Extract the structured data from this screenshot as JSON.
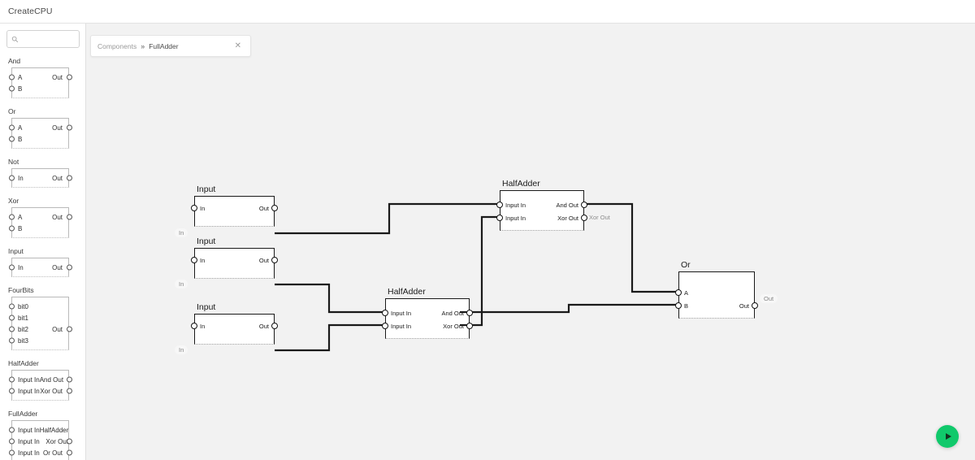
{
  "app": {
    "title": "CreateCPU"
  },
  "sidebar": {
    "search": {
      "placeholder": "",
      "icon": "search-icon"
    },
    "items": [
      {
        "name": "And",
        "inputs": [
          "A",
          "B"
        ],
        "outputs": [
          "Out"
        ]
      },
      {
        "name": "Or",
        "inputs": [
          "A",
          "B"
        ],
        "outputs": [
          "Out"
        ]
      },
      {
        "name": "Not",
        "inputs": [
          "In"
        ],
        "outputs": [
          "Out"
        ]
      },
      {
        "name": "Xor",
        "inputs": [
          "A",
          "B"
        ],
        "outputs": [
          "Out"
        ]
      },
      {
        "name": "Input",
        "inputs": [
          "In"
        ],
        "outputs": [
          "Out"
        ]
      },
      {
        "name": "FourBits",
        "inputs": [
          "bit0",
          "bit1",
          "bit2",
          "bit3"
        ],
        "outputs": [
          "Out"
        ]
      },
      {
        "name": "HalfAdder",
        "inputs": [
          "Input In",
          "Input In"
        ],
        "outputs": [
          "And Out",
          "Xor Out"
        ]
      },
      {
        "name": "FullAdder",
        "inputs": [
          "Input In",
          "Input In",
          "Input In"
        ],
        "outputs": [
          "Or Out"
        ],
        "center": [
          "HalfAdder",
          "Xor Out"
        ]
      }
    ]
  },
  "tab": {
    "root": "Components",
    "separator": "»",
    "current": "FullAdder",
    "close": "✕"
  },
  "canvas": {
    "nodes": [
      {
        "id": "input1",
        "title": "Input",
        "inputs": [
          "In"
        ],
        "outputs": [
          "Out"
        ],
        "ext_in": "In"
      },
      {
        "id": "input2",
        "title": "Input",
        "inputs": [
          "In"
        ],
        "outputs": [
          "Out"
        ],
        "ext_in": "In"
      },
      {
        "id": "input3",
        "title": "Input",
        "inputs": [
          "In"
        ],
        "outputs": [
          "Out"
        ],
        "ext_in": "In"
      },
      {
        "id": "halfadder_top",
        "title": "HalfAdder",
        "inputs": [
          "Input In",
          "Input In"
        ],
        "outputs": [
          "And Out",
          "Xor Out"
        ],
        "ext_out": "Xor Out"
      },
      {
        "id": "halfadder_mid",
        "title": "HalfAdder",
        "inputs": [
          "Input In",
          "Input In"
        ],
        "outputs": [
          "And Out",
          "Xor Out"
        ]
      },
      {
        "id": "or_gate",
        "title": "Or",
        "inputs": [
          "A",
          "B"
        ],
        "outputs": [
          "Out"
        ],
        "ext_out": "Out"
      }
    ]
  },
  "run_button": {
    "label": "run-simulation",
    "color": "#10c96b"
  }
}
